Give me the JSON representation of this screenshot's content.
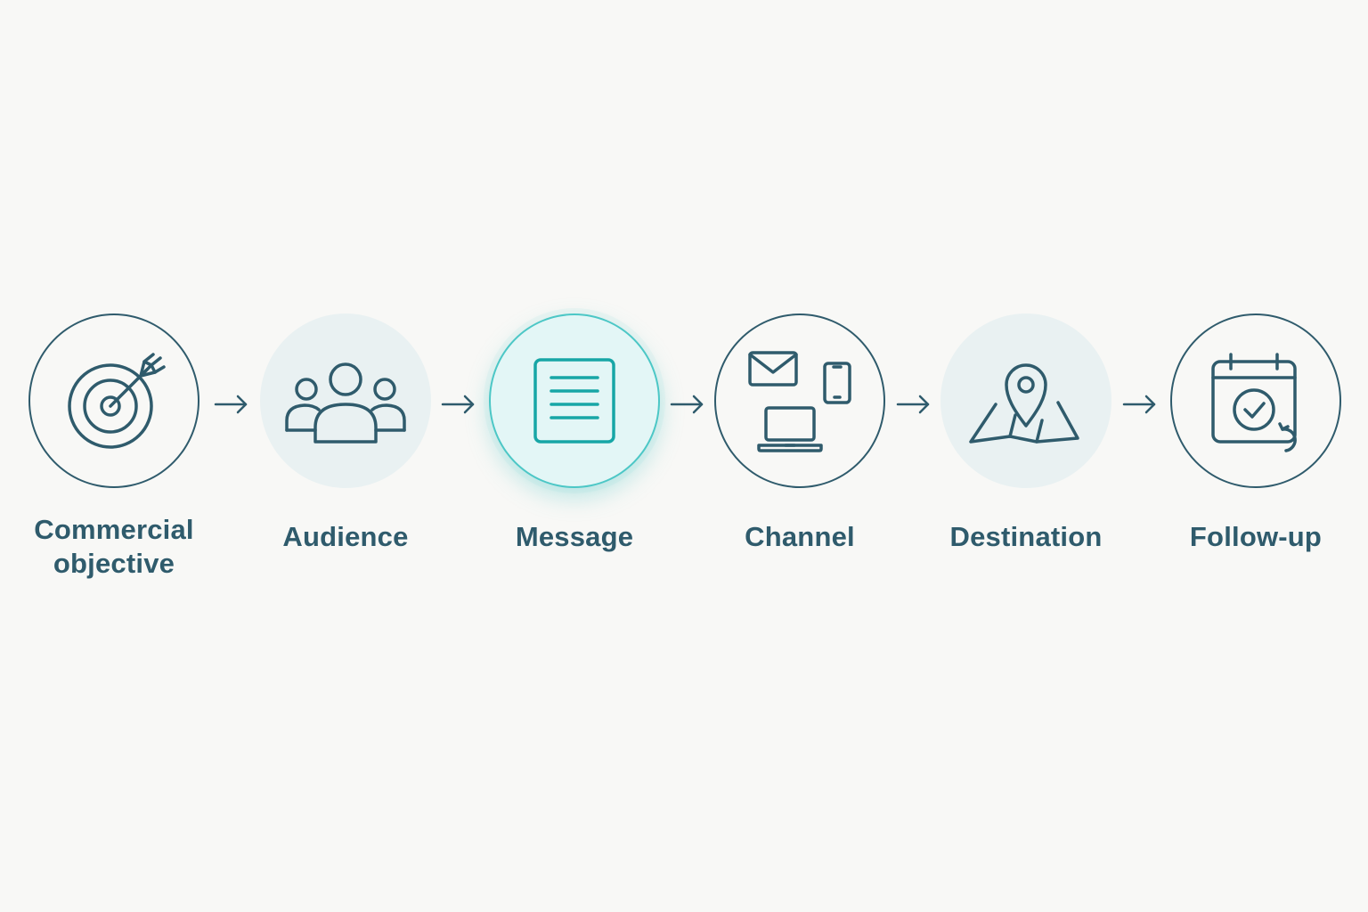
{
  "flow": {
    "steps": [
      {
        "label": "Commercial\nobjective",
        "icon": "target-arrow-icon",
        "style": "outline"
      },
      {
        "label": "Audience",
        "icon": "people-group-icon",
        "style": "soft"
      },
      {
        "label": "Message",
        "icon": "document-lines-icon",
        "style": "highlight"
      },
      {
        "label": "Channel",
        "icon": "devices-icon",
        "style": "outline"
      },
      {
        "label": "Destination",
        "icon": "map-pin-icon",
        "style": "soft"
      },
      {
        "label": "Follow-up",
        "icon": "calendar-check-icon",
        "style": "outline"
      }
    ]
  },
  "colors": {
    "background": "#f8f8f6",
    "stroke": "#2f5b6c",
    "accent": "#4cc7c6",
    "soft_fill": "#e9f1f2"
  }
}
